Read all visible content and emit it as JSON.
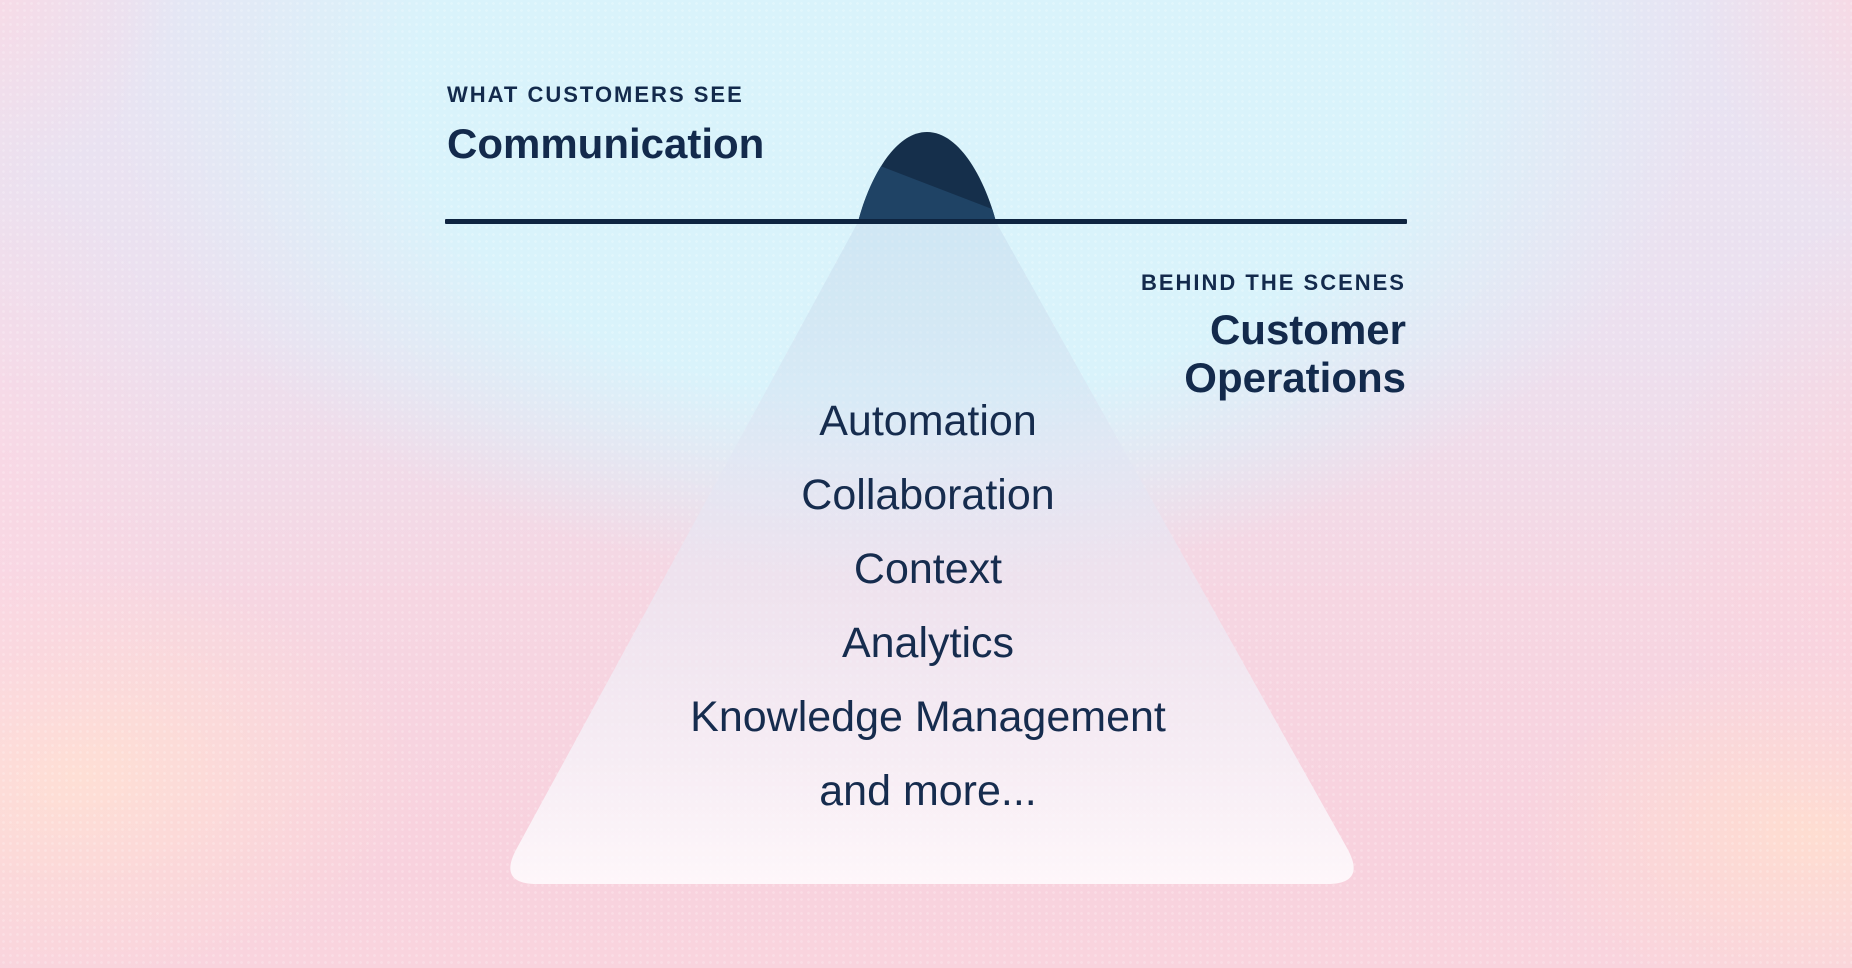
{
  "diagram": {
    "kind": "iceberg",
    "above_waterline": {
      "eyebrow": "WHAT CUSTOMERS SEE",
      "title": "Communication"
    },
    "below_waterline": {
      "eyebrow": "BEHIND THE SCENES",
      "title": "Customer\nOperations"
    },
    "items": [
      "Automation",
      "Collaboration",
      "Context",
      "Analytics",
      "Knowledge Management",
      "and more..."
    ]
  },
  "colors": {
    "text_navy": "#132a4c",
    "waterline": "#0e2440",
    "tip_dark": "#152f4b",
    "tip_light": "#1f4365",
    "bg_cyan": "#d9f3fb",
    "bg_pink": "#f8d2de",
    "bg_peach": "#ffe0d4",
    "bg_lavender": "#e9e2f1"
  }
}
